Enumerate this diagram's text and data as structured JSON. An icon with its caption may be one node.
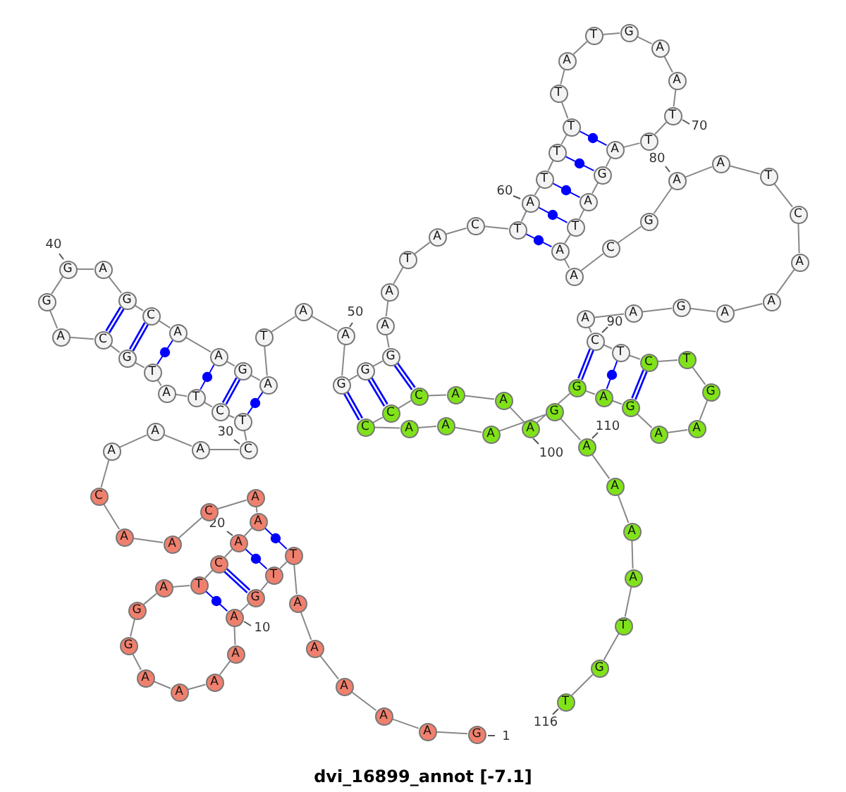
{
  "diagram": {
    "title": "dvi_16899_annot [-7.1]",
    "nodes": [
      {
        "text": [
          "G"
        ],
        "beside": [
          "1"
        ]
      },
      {
        "text": [
          "A"
        ]
      },
      {
        "text": [
          "A"
        ]
      },
      {
        "text": [
          "A"
        ]
      },
      {
        "text": [
          "A"
        ]
      },
      {
        "text": [
          "A"
        ]
      },
      {
        "text": [
          "T"
        ]
      },
      {
        "text": [
          "T"
        ]
      },
      {
        "text": [
          "G"
        ]
      },
      {
        "text": [
          "A"
        ],
        "beside": [
          "10"
        ]
      },
      {
        "text": [
          "A"
        ]
      },
      {
        "text": [
          "A"
        ]
      },
      {
        "text": [
          "A"
        ]
      },
      {
        "text": [
          "A"
        ]
      },
      {
        "text": [
          "G"
        ]
      },
      {
        "text": [
          "G"
        ]
      },
      {
        "text": [
          "A"
        ]
      },
      {
        "text": [
          "T"
        ]
      },
      {
        "text": [
          "C"
        ]
      },
      {
        "text": [
          "A"
        ],
        "beside": [
          "20"
        ]
      },
      {
        "text": [
          "A"
        ]
      },
      {
        "text": [
          "A"
        ]
      },
      {
        "text": [
          "C"
        ]
      },
      {
        "text": [
          "A"
        ]
      },
      {
        "text": [
          "A"
        ]
      },
      {
        "text": [
          "C"
        ]
      },
      {
        "text": [
          "A"
        ]
      },
      {
        "text": [
          "A"
        ]
      },
      {
        "text": [
          "A"
        ]
      },
      {
        "text": [
          "C"
        ],
        "beside": [
          "30"
        ]
      },
      {
        "text": [
          "T"
        ]
      },
      {
        "text": [
          "C"
        ]
      },
      {
        "text": [
          "T"
        ]
      },
      {
        "text": [
          "A"
        ]
      },
      {
        "text": [
          "T"
        ]
      },
      {
        "text": [
          "G"
        ]
      },
      {
        "text": [
          "C"
        ]
      },
      {
        "text": [
          "A"
        ]
      },
      {
        "text": [
          "G"
        ]
      },
      {
        "text": [
          "G"
        ],
        "beside": [
          "40"
        ]
      },
      {
        "text": [
          "A"
        ]
      },
      {
        "text": [
          "G"
        ]
      },
      {
        "text": [
          "C"
        ]
      },
      {
        "text": [
          "A"
        ]
      },
      {
        "text": [
          "A"
        ]
      },
      {
        "text": [
          "G"
        ]
      },
      {
        "text": [
          "A"
        ]
      },
      {
        "text": [
          "T"
        ]
      },
      {
        "text": [
          "A"
        ]
      },
      {
        "text": [
          "A"
        ],
        "beside": [
          "50"
        ]
      },
      {
        "text": [
          "G"
        ]
      },
      {
        "text": [
          "G"
        ]
      },
      {
        "text": [
          "G"
        ]
      },
      {
        "text": [
          "A"
        ]
      },
      {
        "text": [
          "A"
        ]
      },
      {
        "text": [
          "T"
        ]
      },
      {
        "text": [
          "A"
        ]
      },
      {
        "text": [
          "C"
        ]
      },
      {
        "text": [
          "T"
        ]
      },
      {
        "text": [
          "A"
        ],
        "beside": [
          "60"
        ]
      },
      {
        "text": [
          "T"
        ]
      },
      {
        "text": [
          "T"
        ]
      },
      {
        "text": [
          "T"
        ]
      },
      {
        "text": [
          "T"
        ]
      },
      {
        "text": [
          "A"
        ]
      },
      {
        "text": [
          "T"
        ]
      },
      {
        "text": [
          "G"
        ]
      },
      {
        "text": [
          "A"
        ]
      },
      {
        "text": [
          "A"
        ]
      },
      {
        "text": [
          "T"
        ],
        "beside": [
          "70"
        ]
      },
      {
        "text": [
          "T"
        ]
      },
      {
        "text": [
          "A"
        ]
      },
      {
        "text": [
          "G"
        ]
      },
      {
        "text": [
          "A"
        ]
      },
      {
        "text": [
          "T"
        ]
      },
      {
        "text": [
          "A"
        ]
      },
      {
        "text": [
          "A"
        ]
      },
      {
        "text": [
          "C"
        ]
      },
      {
        "text": [
          "G"
        ]
      },
      {
        "text": [
          "A"
        ],
        "beside": [
          "80"
        ]
      },
      {
        "text": [
          "A"
        ]
      },
      {
        "text": [
          "T"
        ]
      },
      {
        "text": [
          "C"
        ]
      },
      {
        "text": [
          "A"
        ]
      },
      {
        "text": [
          "A"
        ]
      },
      {
        "text": [
          "A"
        ]
      },
      {
        "text": [
          "G"
        ]
      },
      {
        "text": [
          "A"
        ]
      },
      {
        "text": [
          "A"
        ]
      },
      {
        "text": [
          "C"
        ],
        "beside": [
          "90"
        ]
      },
      {
        "text": [
          "T"
        ]
      },
      {
        "text": [
          "C"
        ]
      },
      {
        "text": [
          "T"
        ]
      },
      {
        "text": [
          "G"
        ]
      },
      {
        "text": [
          "A"
        ]
      },
      {
        "text": [
          "A"
        ]
      },
      {
        "text": [
          "G"
        ]
      },
      {
        "text": [
          "A"
        ]
      },
      {
        "text": [
          "G"
        ]
      },
      {
        "text": [
          "A"
        ],
        "beside": [
          "100"
        ]
      },
      {
        "text": [
          "A"
        ]
      },
      {
        "text": [
          "A"
        ]
      },
      {
        "text": [
          "C"
        ]
      },
      {
        "text": [
          "C"
        ]
      },
      {
        "text": [
          "C"
        ]
      },
      {
        "text": [
          "A"
        ]
      },
      {
        "text": [
          "A"
        ]
      },
      {
        "text": [
          "A"
        ]
      },
      {
        "text": [
          "G"
        ]
      },
      {
        "text": [
          "A"
        ],
        "beside": [
          "110"
        ]
      },
      {
        "text": [
          "A"
        ]
      },
      {
        "text": [
          "A"
        ]
      },
      {
        "text": [
          "A"
        ]
      },
      {
        "text": [
          "T"
        ]
      },
      {
        "text": [
          "G"
        ]
      },
      {
        "text": [
          "T"
        ],
        "beside": [
          "116"
        ]
      }
    ],
    "edges": [
      {
        "from": 0,
        "to": 1,
        "arrow": "none"
      },
      {
        "from": 1,
        "to": 2,
        "arrow": "none"
      },
      {
        "from": 2,
        "to": 3,
        "arrow": "none"
      },
      {
        "from": 3,
        "to": 4,
        "arrow": "none"
      },
      {
        "from": 4,
        "to": 5,
        "arrow": "none"
      },
      {
        "from": 5,
        "to": 6,
        "arrow": "none"
      },
      {
        "from": 6,
        "to": 7,
        "arrow": "none"
      },
      {
        "from": 7,
        "to": 8,
        "arrow": "none"
      },
      {
        "from": 8,
        "to": 9,
        "arrow": "none"
      },
      {
        "from": 9,
        "to": 10,
        "arrow": "none"
      },
      {
        "from": 10,
        "to": 11,
        "arrow": "none"
      },
      {
        "from": 11,
        "to": 12,
        "arrow": "none"
      },
      {
        "from": 12,
        "to": 13,
        "arrow": "none"
      },
      {
        "from": 13,
        "to": 14,
        "arrow": "none"
      },
      {
        "from": 14,
        "to": 15,
        "arrow": "none"
      },
      {
        "from": 15,
        "to": 16,
        "arrow": "none"
      },
      {
        "from": 16,
        "to": 17,
        "arrow": "none"
      },
      {
        "from": 17,
        "to": 18,
        "arrow": "none"
      },
      {
        "from": 18,
        "to": 19,
        "arrow": "none"
      },
      {
        "from": 19,
        "to": 20,
        "arrow": "none"
      },
      {
        "from": 20,
        "to": 21,
        "arrow": "none"
      },
      {
        "from": 21,
        "to": 22,
        "arrow": "none"
      },
      {
        "from": 22,
        "to": 23,
        "arrow": "none"
      },
      {
        "from": 23,
        "to": 24,
        "arrow": "none"
      },
      {
        "from": 24,
        "to": 25,
        "arrow": "none"
      },
      {
        "from": 25,
        "to": 26,
        "arrow": "none"
      },
      {
        "from": 26,
        "to": 27,
        "arrow": "none"
      },
      {
        "from": 27,
        "to": 28,
        "arrow": "none"
      },
      {
        "from": 28,
        "to": 29,
        "arrow": "none"
      },
      {
        "from": 29,
        "to": 30,
        "arrow": "none"
      },
      {
        "from": 30,
        "to": 31,
        "arrow": "none"
      },
      {
        "from": 31,
        "to": 32,
        "arrow": "none"
      },
      {
        "from": 32,
        "to": 33,
        "arrow": "none"
      },
      {
        "from": 33,
        "to": 34,
        "arrow": "none"
      },
      {
        "from": 34,
        "to": 35,
        "arrow": "none"
      },
      {
        "from": 35,
        "to": 36,
        "arrow": "none"
      },
      {
        "from": 36,
        "to": 37,
        "arrow": "none"
      },
      {
        "from": 37,
        "to": 38,
        "arrow": "none"
      },
      {
        "from": 38,
        "to": 39,
        "arrow": "none"
      },
      {
        "from": 39,
        "to": 40,
        "arrow": "none"
      },
      {
        "from": 40,
        "to": 41,
        "arrow": "none"
      },
      {
        "from": 41,
        "to": 42,
        "arrow": "none"
      },
      {
        "from": 42,
        "to": 43,
        "arrow": "none"
      },
      {
        "from": 43,
        "to": 44,
        "arrow": "none"
      },
      {
        "from": 44,
        "to": 45,
        "arrow": "none"
      },
      {
        "from": 45,
        "to": 46,
        "arrow": "none"
      },
      {
        "from": 46,
        "to": 47,
        "arrow": "none"
      },
      {
        "from": 47,
        "to": 48,
        "arrow": "none"
      },
      {
        "from": 48,
        "to": 49,
        "arrow": "none"
      },
      {
        "from": 49,
        "to": 50,
        "arrow": "none"
      },
      {
        "from": 50,
        "to": 51,
        "arrow": "none"
      },
      {
        "from": 51,
        "to": 52,
        "arrow": "none"
      },
      {
        "from": 52,
        "to": 53,
        "arrow": "none"
      },
      {
        "from": 53,
        "to": 54,
        "arrow": "none"
      },
      {
        "from": 54,
        "to": 55,
        "arrow": "none"
      },
      {
        "from": 55,
        "to": 56,
        "arrow": "none"
      },
      {
        "from": 56,
        "to": 57,
        "arrow": "none"
      },
      {
        "from": 57,
        "to": 58,
        "arrow": "none"
      },
      {
        "from": 58,
        "to": 59,
        "arrow": "none"
      },
      {
        "from": 59,
        "to": 60,
        "arrow": "none"
      },
      {
        "from": 60,
        "to": 61,
        "arrow": "none"
      },
      {
        "from": 61,
        "to": 62,
        "arrow": "none"
      },
      {
        "from": 62,
        "to": 63,
        "arrow": "none"
      },
      {
        "from": 63,
        "to": 64,
        "arrow": "none"
      },
      {
        "from": 64,
        "to": 65,
        "arrow": "none"
      },
      {
        "from": 65,
        "to": 66,
        "arrow": "none"
      },
      {
        "from": 66,
        "to": 67,
        "arrow": "none"
      },
      {
        "from": 67,
        "to": 68,
        "arrow": "none"
      },
      {
        "from": 68,
        "to": 69,
        "arrow": "none"
      },
      {
        "from": 69,
        "to": 70,
        "arrow": "none"
      },
      {
        "from": 70,
        "to": 71,
        "arrow": "none"
      },
      {
        "from": 71,
        "to": 72,
        "arrow": "none"
      },
      {
        "from": 72,
        "to": 73,
        "arrow": "none"
      },
      {
        "from": 73,
        "to": 74,
        "arrow": "none"
      },
      {
        "from": 74,
        "to": 75,
        "arrow": "none"
      },
      {
        "from": 75,
        "to": 76,
        "arrow": "none"
      },
      {
        "from": 76,
        "to": 77,
        "arrow": "none"
      },
      {
        "from": 77,
        "to": 78,
        "arrow": "none"
      },
      {
        "from": 78,
        "to": 79,
        "arrow": "none"
      },
      {
        "from": 79,
        "to": 80,
        "arrow": "none"
      },
      {
        "from": 80,
        "to": 81,
        "arrow": "none"
      },
      {
        "from": 81,
        "to": 82,
        "arrow": "none"
      },
      {
        "from": 82,
        "to": 83,
        "arrow": "none"
      },
      {
        "from": 83,
        "to": 84,
        "arrow": "none"
      },
      {
        "from": 84,
        "to": 85,
        "arrow": "none"
      },
      {
        "from": 85,
        "to": 86,
        "arrow": "none"
      },
      {
        "from": 86,
        "to": 87,
        "arrow": "none"
      },
      {
        "from": 87,
        "to": 88,
        "arrow": "none"
      },
      {
        "from": 88,
        "to": 89,
        "arrow": "none"
      },
      {
        "from": 89,
        "to": 90,
        "arrow": "none"
      },
      {
        "from": 90,
        "to": 91,
        "arrow": "none"
      },
      {
        "from": 91,
        "to": 92,
        "arrow": "none"
      },
      {
        "from": 92,
        "to": 93,
        "arrow": "none"
      },
      {
        "from": 93,
        "to": 94,
        "arrow": "none"
      },
      {
        "from": 94,
        "to": 95,
        "arrow": "none"
      },
      {
        "from": 95,
        "to": 96,
        "arrow": "none"
      },
      {
        "from": 96,
        "to": 97,
        "arrow": "none"
      },
      {
        "from": 97,
        "to": 98,
        "arrow": "none"
      },
      {
        "from": 98,
        "to": 99,
        "arrow": "none"
      },
      {
        "from": 99,
        "to": 100,
        "arrow": "none"
      },
      {
        "from": 100,
        "to": 101,
        "arrow": "none"
      },
      {
        "from": 101,
        "to": 102,
        "arrow": "none"
      },
      {
        "from": 102,
        "to": 103,
        "arrow": "none"
      },
      {
        "from": 103,
        "to": 104,
        "arrow": "none"
      },
      {
        "from": 104,
        "to": 105,
        "arrow": "none"
      },
      {
        "from": 105,
        "to": 106,
        "arrow": "none"
      },
      {
        "from": 106,
        "to": 107,
        "arrow": "none"
      },
      {
        "from": 107,
        "to": 108,
        "arrow": "none"
      },
      {
        "from": 108,
        "to": 109,
        "arrow": "none"
      },
      {
        "from": 109,
        "to": 110,
        "arrow": "none"
      },
      {
        "from": 110,
        "to": 111,
        "arrow": "none"
      },
      {
        "from": 111,
        "to": 112,
        "arrow": "none"
      },
      {
        "from": 112,
        "to": 113,
        "arrow": "none"
      },
      {
        "from": 113,
        "to": 114,
        "arrow": "none"
      },
      {
        "from": 114,
        "to": 115,
        "arrow": "none"
      },
      {
        "from": 6,
        "to": 20,
        "arrow": "none",
        "color": "#0000ff"
      },
      {
        "from": 7,
        "to": 19,
        "arrow": "none",
        "color": "#0000ff"
      },
      {
        "from": 8,
        "to": 18,
        "arrow": "none",
        "style": "thick",
        "color": "#0000ff"
      },
      {
        "from": 9,
        "to": 17,
        "arrow": "none",
        "color": "#0000ff"
      },
      {
        "from": 30,
        "to": 46,
        "arrow": "none",
        "color": "#0000ff"
      },
      {
        "from": 31,
        "to": 45,
        "arrow": "none",
        "style": "thick",
        "color": "#0000ff"
      },
      {
        "from": 32,
        "to": 44,
        "arrow": "none",
        "color": "#0000ff"
      },
      {
        "from": 34,
        "to": 43,
        "arrow": "none",
        "color": "#0000ff"
      },
      {
        "from": 35,
        "to": 42,
        "arrow": "none",
        "style": "thick",
        "color": "#0000ff"
      },
      {
        "from": 36,
        "to": 41,
        "arrow": "none",
        "style": "thick",
        "color": "#0000ff"
      },
      {
        "from": 50,
        "to": 104,
        "arrow": "none",
        "style": "thick",
        "color": "#0000ff"
      },
      {
        "from": 51,
        "to": 103,
        "arrow": "none",
        "style": "thick",
        "color": "#0000ff"
      },
      {
        "from": 52,
        "to": 102,
        "arrow": "none",
        "style": "thick",
        "color": "#0000ff"
      },
      {
        "from": 58,
        "to": 75,
        "arrow": "none",
        "color": "#0000ff"
      },
      {
        "from": 59,
        "to": 74,
        "arrow": "none",
        "color": "#0000ff"
      },
      {
        "from": 60,
        "to": 73,
        "arrow": "none",
        "color": "#0000ff"
      },
      {
        "from": 61,
        "to": 72,
        "arrow": "none",
        "color": "#0000ff"
      },
      {
        "from": 62,
        "to": 71,
        "arrow": "none",
        "color": "#0000ff"
      },
      {
        "from": 89,
        "to": 98,
        "arrow": "none",
        "style": "thick",
        "color": "#0000ff"
      },
      {
        "from": 90,
        "to": 97,
        "arrow": "none",
        "color": "#0000ff"
      },
      {
        "from": 91,
        "to": 96,
        "arrow": "none",
        "style": "thick",
        "color": "#0000ff"
      }
    ]
  }
}
